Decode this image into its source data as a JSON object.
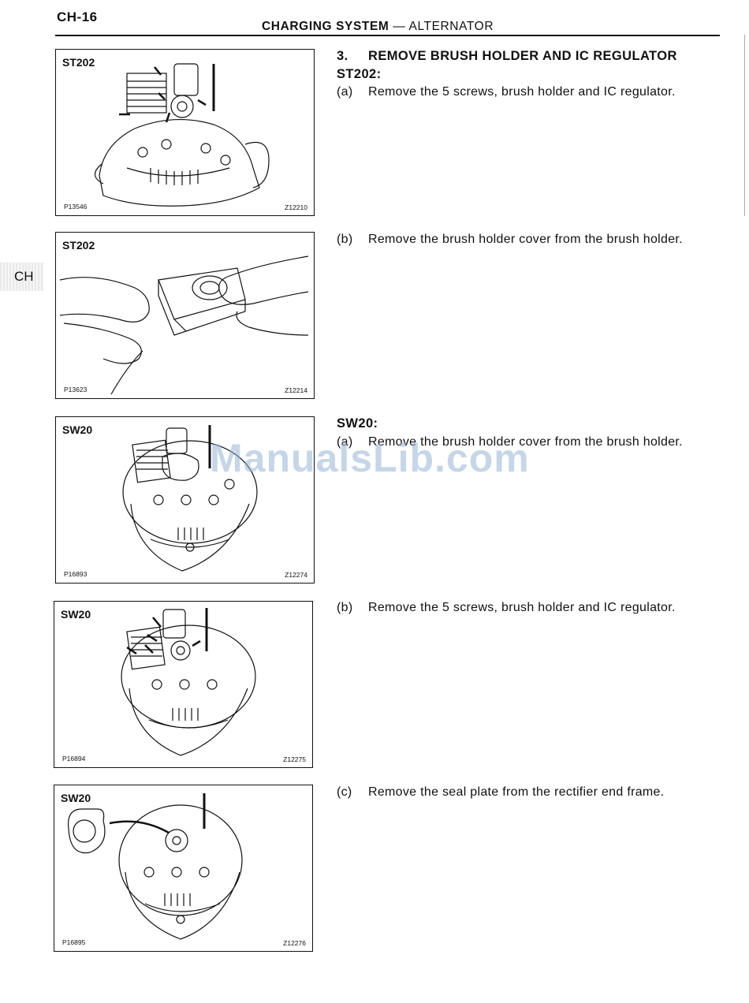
{
  "header": {
    "page_number": "CH-16",
    "title_bold": "CHARGING SYSTEM",
    "title_sep": " — ",
    "title_rest": "ALTERNATOR"
  },
  "side_tab": "CH",
  "watermark": "ManualsLib.com",
  "figures": [
    {
      "model": "ST202",
      "code_left": "P13546",
      "code_right": "Z12210"
    },
    {
      "model": "ST202",
      "code_left": "P13623",
      "code_right": "Z12214"
    },
    {
      "model": "SW20",
      "code_left": "P16893",
      "code_right": "Z12274"
    },
    {
      "model": "SW20",
      "code_left": "P16894",
      "code_right": "Z12275"
    },
    {
      "model": "SW20",
      "code_left": "P16895",
      "code_right": "Z12276"
    }
  ],
  "step": {
    "number": "3.",
    "title": "REMOVE BRUSH HOLDER AND IC REGULATOR",
    "st202_label": "ST202:",
    "sw20_label": "SW20:"
  },
  "instructions": [
    {
      "letter": "(a)",
      "text": "Remove the 5 screws, brush holder and IC regulator."
    },
    {
      "letter": "(b)",
      "text": "Remove the brush holder cover from the brush holder."
    },
    {
      "letter": "(a)",
      "text": "Remove the brush holder cover from the brush holder."
    },
    {
      "letter": "(b)",
      "text": "Remove the 5 screws, brush holder and IC regulator."
    },
    {
      "letter": "(c)",
      "text": "Remove the seal plate from the rectifier end frame."
    }
  ]
}
